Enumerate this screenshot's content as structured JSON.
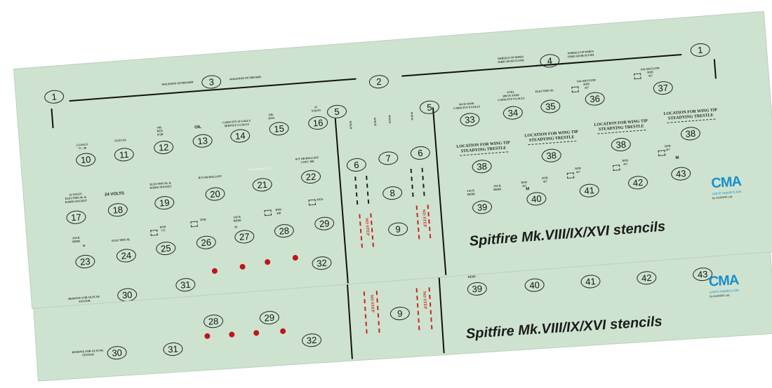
{
  "title": "Spitfire Mk.VIII/IX/XVI stencils",
  "logo": {
    "text": "CMA",
    "sub": "czech master's kits",
    "maker": "by ALMARK Ltd."
  },
  "labels": {
    "walkway": "WALKWAY OUTBOARD",
    "walk": "WALK",
    "wheels_up": "WHEELS UP WHEN\nINDICATOR FLUSH",
    "jack_here": "JACK\nHERE",
    "electrical": "ELECTRICAL",
    "volts_24": "24 VOLTS",
    "oil": "OIL",
    "dtd": "DTD",
    "remove_glycol": "REMOVE FOR GLYCOL\nSYSTEM",
    "no_step": "NO STEP",
    "wing_tip": "LOCATION FOR WING TIP\nSTEADYING TRESTLE",
    "l10": "2 GALLS\n75 - 38",
    "l11": "GLYCOL",
    "l12": "OIL\nDTD\n472B",
    "l13": "OIL",
    "l14": "CAPACITY 14 GALLS\nSERVICE 3 GALLS",
    "l15": "OIL\nDTD",
    "l16": "12\nVOLTS",
    "l17": "12 VOLTS\nELECTRICAL &\nRADIO SOCKET",
    "l19": "ELECTRICAL &\nRADIO SOCKET",
    "l20": "R/T OR BALLAST",
    "l21": "R/T OR BALLAST",
    "l22": "R/T OR BALLAST\n2 OFF .300",
    "l25": "DTD\n771",
    "l28": "DTD\n420",
    "l33": "38 OCTANE\nCAPACITY 9 GALLS",
    "l34": "FUEL\n100 OCTANE\nCAPACITY 9 GALLS",
    "l36": "SALAD.FLUID\nDTD\n417",
    "l37": "SALAD.FLUID\nDTD\n417",
    "l_small": "DTD\n417"
  },
  "numbers": {
    "n1": "1",
    "n2": "2",
    "n3": "3",
    "n4": "4",
    "n5": "5",
    "n6": "6",
    "n7": "7",
    "n8": "8",
    "n9": "9",
    "n10": "10",
    "n11": "11",
    "n12": "12",
    "n13": "13",
    "n14": "14",
    "n15": "15",
    "n16": "16",
    "n17": "17",
    "n18": "18",
    "n19": "19",
    "n20": "20",
    "n21": "21",
    "n22": "22",
    "n23": "23",
    "n24": "24",
    "n25": "25",
    "n26": "26",
    "n27": "27",
    "n28": "28",
    "n29": "29",
    "n30": "30",
    "n31": "31",
    "n32": "32",
    "n33": "33",
    "n34": "34",
    "n35": "35",
    "n36": "36",
    "n37": "37",
    "n38": "38",
    "n39": "39",
    "n40": "40",
    "n41": "41",
    "n42": "42",
    "n43": "43"
  },
  "m": "M",
  "colors": {
    "sheet": "#cde3cf",
    "ink": "#111111",
    "red": "#c0141a",
    "brand_blue": "#1a8ed0"
  }
}
